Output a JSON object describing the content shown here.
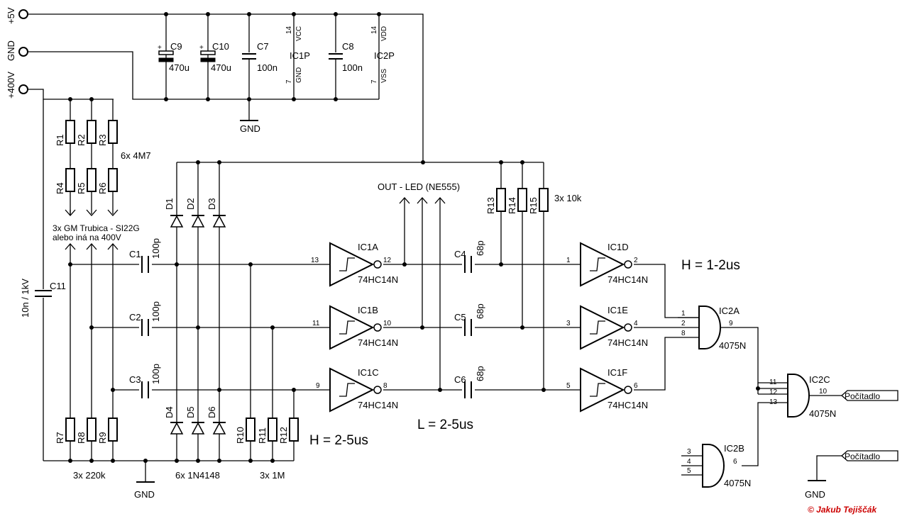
{
  "power": {
    "v5": "+5V",
    "gnd": "GND",
    "v400": "+400V"
  },
  "caps": {
    "C1": "C1",
    "C2": "C2",
    "C3": "C3",
    "C4": "C4",
    "C5": "C5",
    "C6": "C6",
    "C7": "C7",
    "C8": "C8",
    "C9": "C9",
    "C10": "C10",
    "C11": "C11"
  },
  "cap_values": {
    "c100p": "100p",
    "c68p": "68p",
    "c100n": "100n",
    "c470u": "470u",
    "c11": "10n / 1kV"
  },
  "resistors": [
    "R1",
    "R2",
    "R3",
    "R4",
    "R5",
    "R6",
    "R7",
    "R8",
    "R9",
    "R10",
    "R11",
    "R12",
    "R13",
    "R14",
    "R15"
  ],
  "diodes": [
    "D1",
    "D2",
    "D3",
    "D4",
    "D5",
    "D6"
  ],
  "notes": {
    "r_top": "6x 4M7",
    "tubes_1": "3x GM Trubica - SI22G",
    "tubes_2": "alebo iná na 400V",
    "out_led": "OUT - LED (NE555)",
    "r_pull": "3x 10k",
    "r_bottom": "3x 220k",
    "d_bottom": "6x 1N4148",
    "r_1m": "3x 1M",
    "h_1_2": "H = 1-2us",
    "h_2_5": "H = 2-5us",
    "l_2_5": "L = 2-5us",
    "counter": "Počítadlo",
    "copyright": "© Jakub Tejiščák"
  },
  "ics": {
    "IC1A": "IC1A",
    "IC1B": "IC1B",
    "IC1C": "IC1C",
    "IC1D": "IC1D",
    "IC1E": "IC1E",
    "IC1F": "IC1F",
    "IC2A": "IC2A",
    "IC2B": "IC2B",
    "IC2C": "IC2C",
    "IC1P": "IC1P",
    "IC2P": "IC2P",
    "hc14": "74HC14N",
    "n4075": "4075N"
  },
  "power_pins": {
    "vcc": "VCC",
    "gnd": "GND",
    "vdd": "VDD",
    "vss": "VSS",
    "p14": "14",
    "p7": "7"
  },
  "pins": {
    "p1": "1",
    "p2": "2",
    "p3": "3",
    "p4": "4",
    "p5": "5",
    "p6": "6",
    "p8": "8",
    "p9": "9",
    "p10": "10",
    "p11": "11",
    "p12": "12",
    "p13": "13"
  }
}
